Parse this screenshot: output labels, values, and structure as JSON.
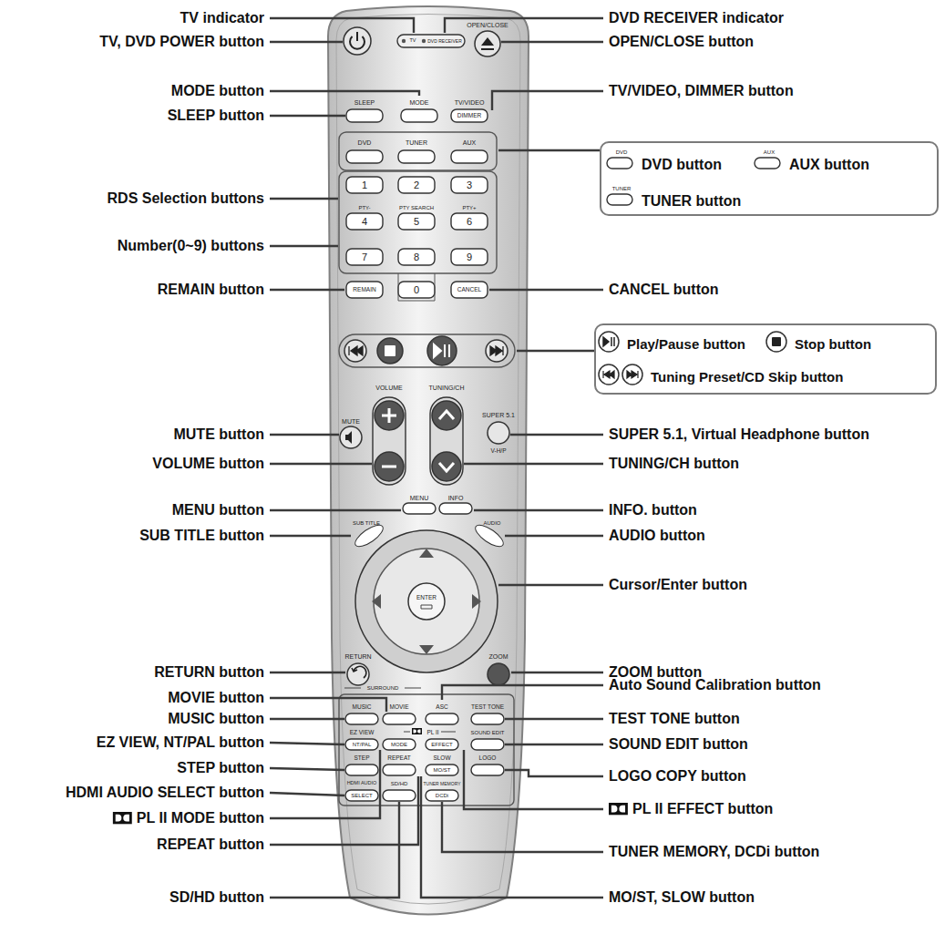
{
  "diagram": {
    "nodes": [
      {
        "text": [
          "DVD",
          "DVD button",
          "AUX",
          "AUX button",
          "TUNER",
          "TUNER button"
        ]
      },
      {
        "text": [
          "Play/Pause button",
          "Stop button",
          "Tuning Preset/CD Skip button"
        ]
      }
    ],
    "labels": [
      "TV indicator",
      "TV, DVD POWER button",
      "MODE button",
      "SLEEP button",
      "RDS Selection buttons",
      "Number(0~9) buttons",
      "REMAIN button",
      "MUTE button",
      "VOLUME button",
      "MENU button",
      "SUB TITLE button",
      "RETURN button",
      "MOVIE button",
      "MUSIC button",
      "EZ VIEW, NT/PAL button",
      "STEP button",
      "HDMI AUDIO SELECT button",
      "PL II MODE button",
      "REPEAT button",
      "SD/HD button",
      "DVD RECEIVER indicator",
      "OPEN/CLOSE button",
      "TV/VIDEO, DIMMER button",
      "CANCEL button",
      "SUPER 5.1, Virtual Headphone button",
      "TUNING/CH button",
      "INFO. button",
      "AUDIO button",
      "Cursor/Enter button",
      "ZOOM button",
      "Auto Sound Calibration button",
      "TEST TONE button",
      "SOUND EDIT button",
      "LOGO COPY button",
      "PL II EFFECT button",
      "TUNER MEMORY, DCDi button",
      "MO/ST, SLOW button",
      "TV",
      "DVD RECEIVER",
      "OPEN/CLOSE",
      "SLEEP",
      "MODE",
      "TV/VIDEO",
      "DIMMER",
      "DVD",
      "TUNER",
      "AUX",
      "1",
      "2",
      "3",
      "4",
      "5",
      "6",
      "7",
      "8",
      "9",
      "PTY-",
      "PTY SEARCH",
      "PTY+",
      "REMAIN",
      "0",
      "CANCEL",
      "VOLUME",
      "TUNING/CH",
      "MUTE",
      "SUPER 5.1",
      "V-H/P",
      "MENU",
      "INFO",
      "SUB TITLE",
      "AUDIO",
      "ENTER",
      "RETURN",
      "ZOOM",
      "SURROUND",
      "MUSIC",
      "MOVIE",
      "ASC",
      "TEST TONE",
      "EZ VIEW",
      "PL II",
      "SOUND EDIT",
      "NT/PAL",
      "MODE",
      "EFFECT",
      "STEP",
      "REPEAT",
      "SLOW",
      "LOGO",
      "MO/ST",
      "HDMI AUDIO",
      "SD/HD",
      "TUNER MEMORY",
      "SELECT",
      "DCDi"
    ]
  }
}
